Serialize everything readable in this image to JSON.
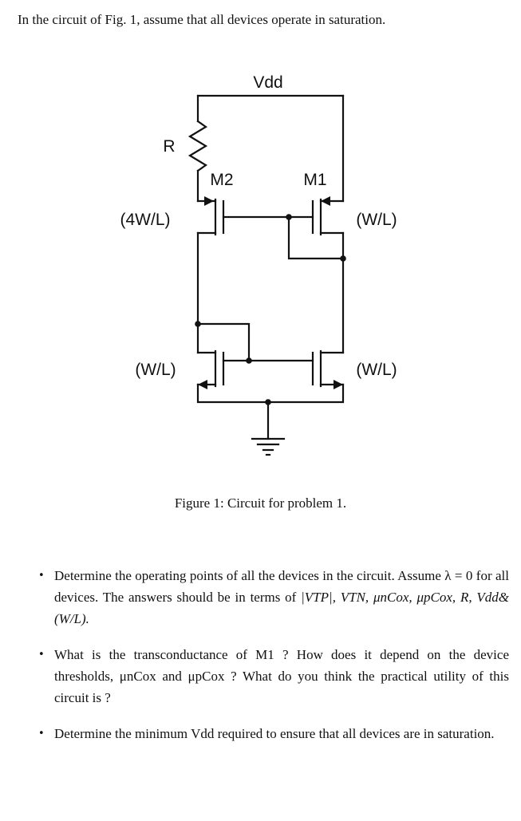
{
  "problem": {
    "intro": "In the circuit of Fig. 1, assume that all devices operate in saturation."
  },
  "figure": {
    "supply_label": "Vdd",
    "resistor_label": "R",
    "m2_label": "M2",
    "m1_label": "M1",
    "m2_size": "(4W/L)",
    "m1_size": "(W/L)",
    "m3_size": "(W/L)",
    "m4_size": "(W/L)",
    "caption": "Figure 1: Circuit for problem 1."
  },
  "questions": [
    {
      "text": "Determine the operating points of all the devices in the circuit. Assume λ = 0 for all devices. The answers should be in terms of ",
      "math": "|VTP|, VTN, μnCox, μpCox, R, Vdd&(W/L)."
    },
    {
      "text": "What is the transconductance of M1 ? How does it depend on the device thresholds, μnCox and μpCox ? What do you think the practical utility of this circuit is ?"
    },
    {
      "text": "Determine the minimum Vdd required to ensure that all devices are in saturation."
    }
  ]
}
